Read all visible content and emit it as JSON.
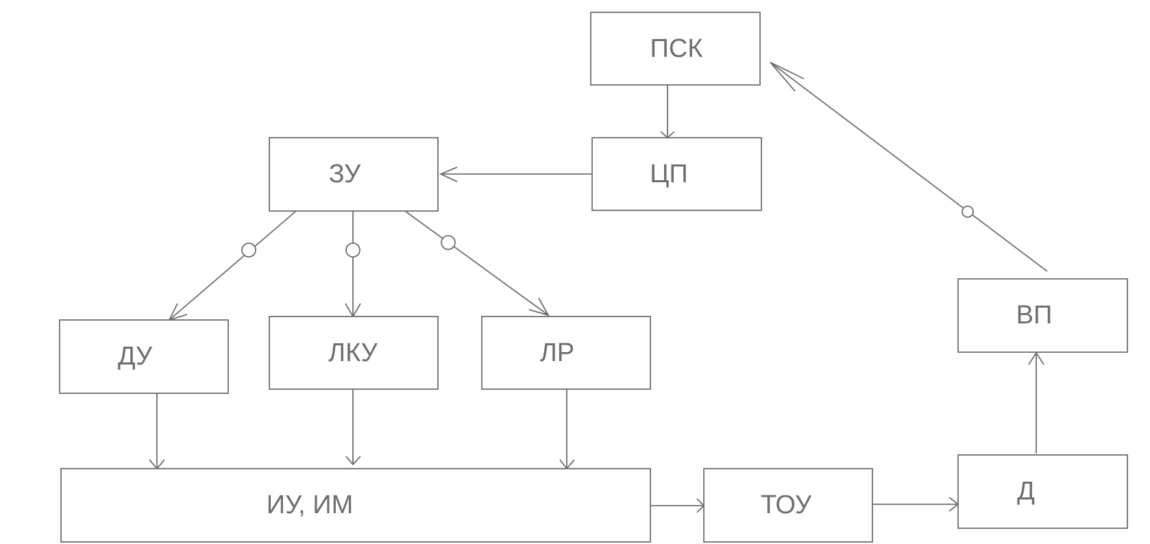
{
  "nodes": {
    "psk": "ПСК",
    "cp": "ЦП",
    "zu": "ЗУ",
    "du": "ДУ",
    "lku": "ЛКУ",
    "lr": "ЛР",
    "vp": "ВП",
    "iu_im": "ИУ, ИМ",
    "tou": "ТОУ",
    "d": "Д"
  },
  "colors": {
    "stroke": "#6e6e6e",
    "text": "#6e6e6e",
    "background": "#ffffff"
  }
}
